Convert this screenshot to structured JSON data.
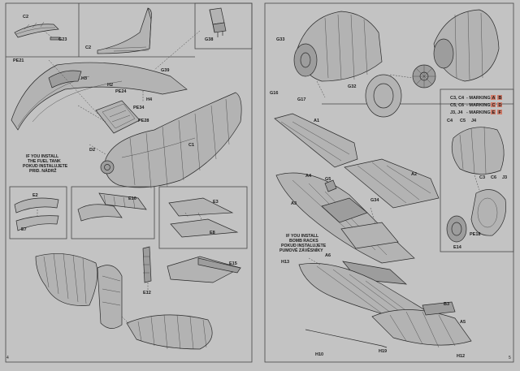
{
  "left_page": {
    "page_number": "4",
    "note_fuel_tank": [
      "IF YOU INSTALL",
      "THE FUEL TANK",
      "POKUD INSTALUJETE",
      "PRID. NÁDRŽ"
    ],
    "labels": {
      "c2_top": "C2",
      "g23": "G23",
      "c2_mid": "C2",
      "pe21": "PE21",
      "g39": "G39",
      "g38": "G38",
      "h3": "H3",
      "h2": "H2",
      "pe24": "PE24",
      "h4": "H4",
      "pe34": "PE34",
      "pe28": "PE28",
      "c1": "C1",
      "d2": "D2",
      "e2": "E2",
      "e7": "E7",
      "e10": "E10",
      "e3": "E3",
      "e8": "E8",
      "e15": "E15",
      "e12": "E12"
    }
  },
  "right_page": {
    "page_number": "5",
    "note_bomb_racks": [
      "IF YOU INSTALL",
      "BOMB RACKS",
      "POKUD INSTALUJETE",
      "PUMOVÉ ZÁVĚSNÍKY"
    ],
    "marking_box": {
      "rows": [
        {
          "parts": "C3, C4",
          "text": "- MARKING",
          "badges": [
            "A",
            "B"
          ]
        },
        {
          "parts": "C5, C6",
          "text": "- MARKING",
          "badges": [
            "C",
            "D"
          ]
        },
        {
          "parts": "J3, J4",
          "text": "- MARKING",
          "badges": [
            "E",
            "F"
          ]
        }
      ]
    },
    "labels": {
      "g33": "G33",
      "g16": "G16",
      "g17": "G17",
      "g32": "G32",
      "c4_group": "C4",
      "c5_group": "C5",
      "j4_group": "J4",
      "c3_group": "C3",
      "c6_group": "C6",
      "j3_group": "J3",
      "pe18": "PE18",
      "e14": "E14",
      "a1": "A1",
      "a3": "A3",
      "a4": "A4",
      "g5": "G5",
      "a2": "A2",
      "g34": "G34",
      "a6": "A6",
      "h13": "H13",
      "a5": "A5",
      "h19": "H19",
      "h10": "H10",
      "h12": "H12",
      "b3": "B3"
    }
  },
  "colors": {
    "paper": "#c3c3c3",
    "line": "#2a2a2a",
    "badge": "#d07c6a"
  }
}
